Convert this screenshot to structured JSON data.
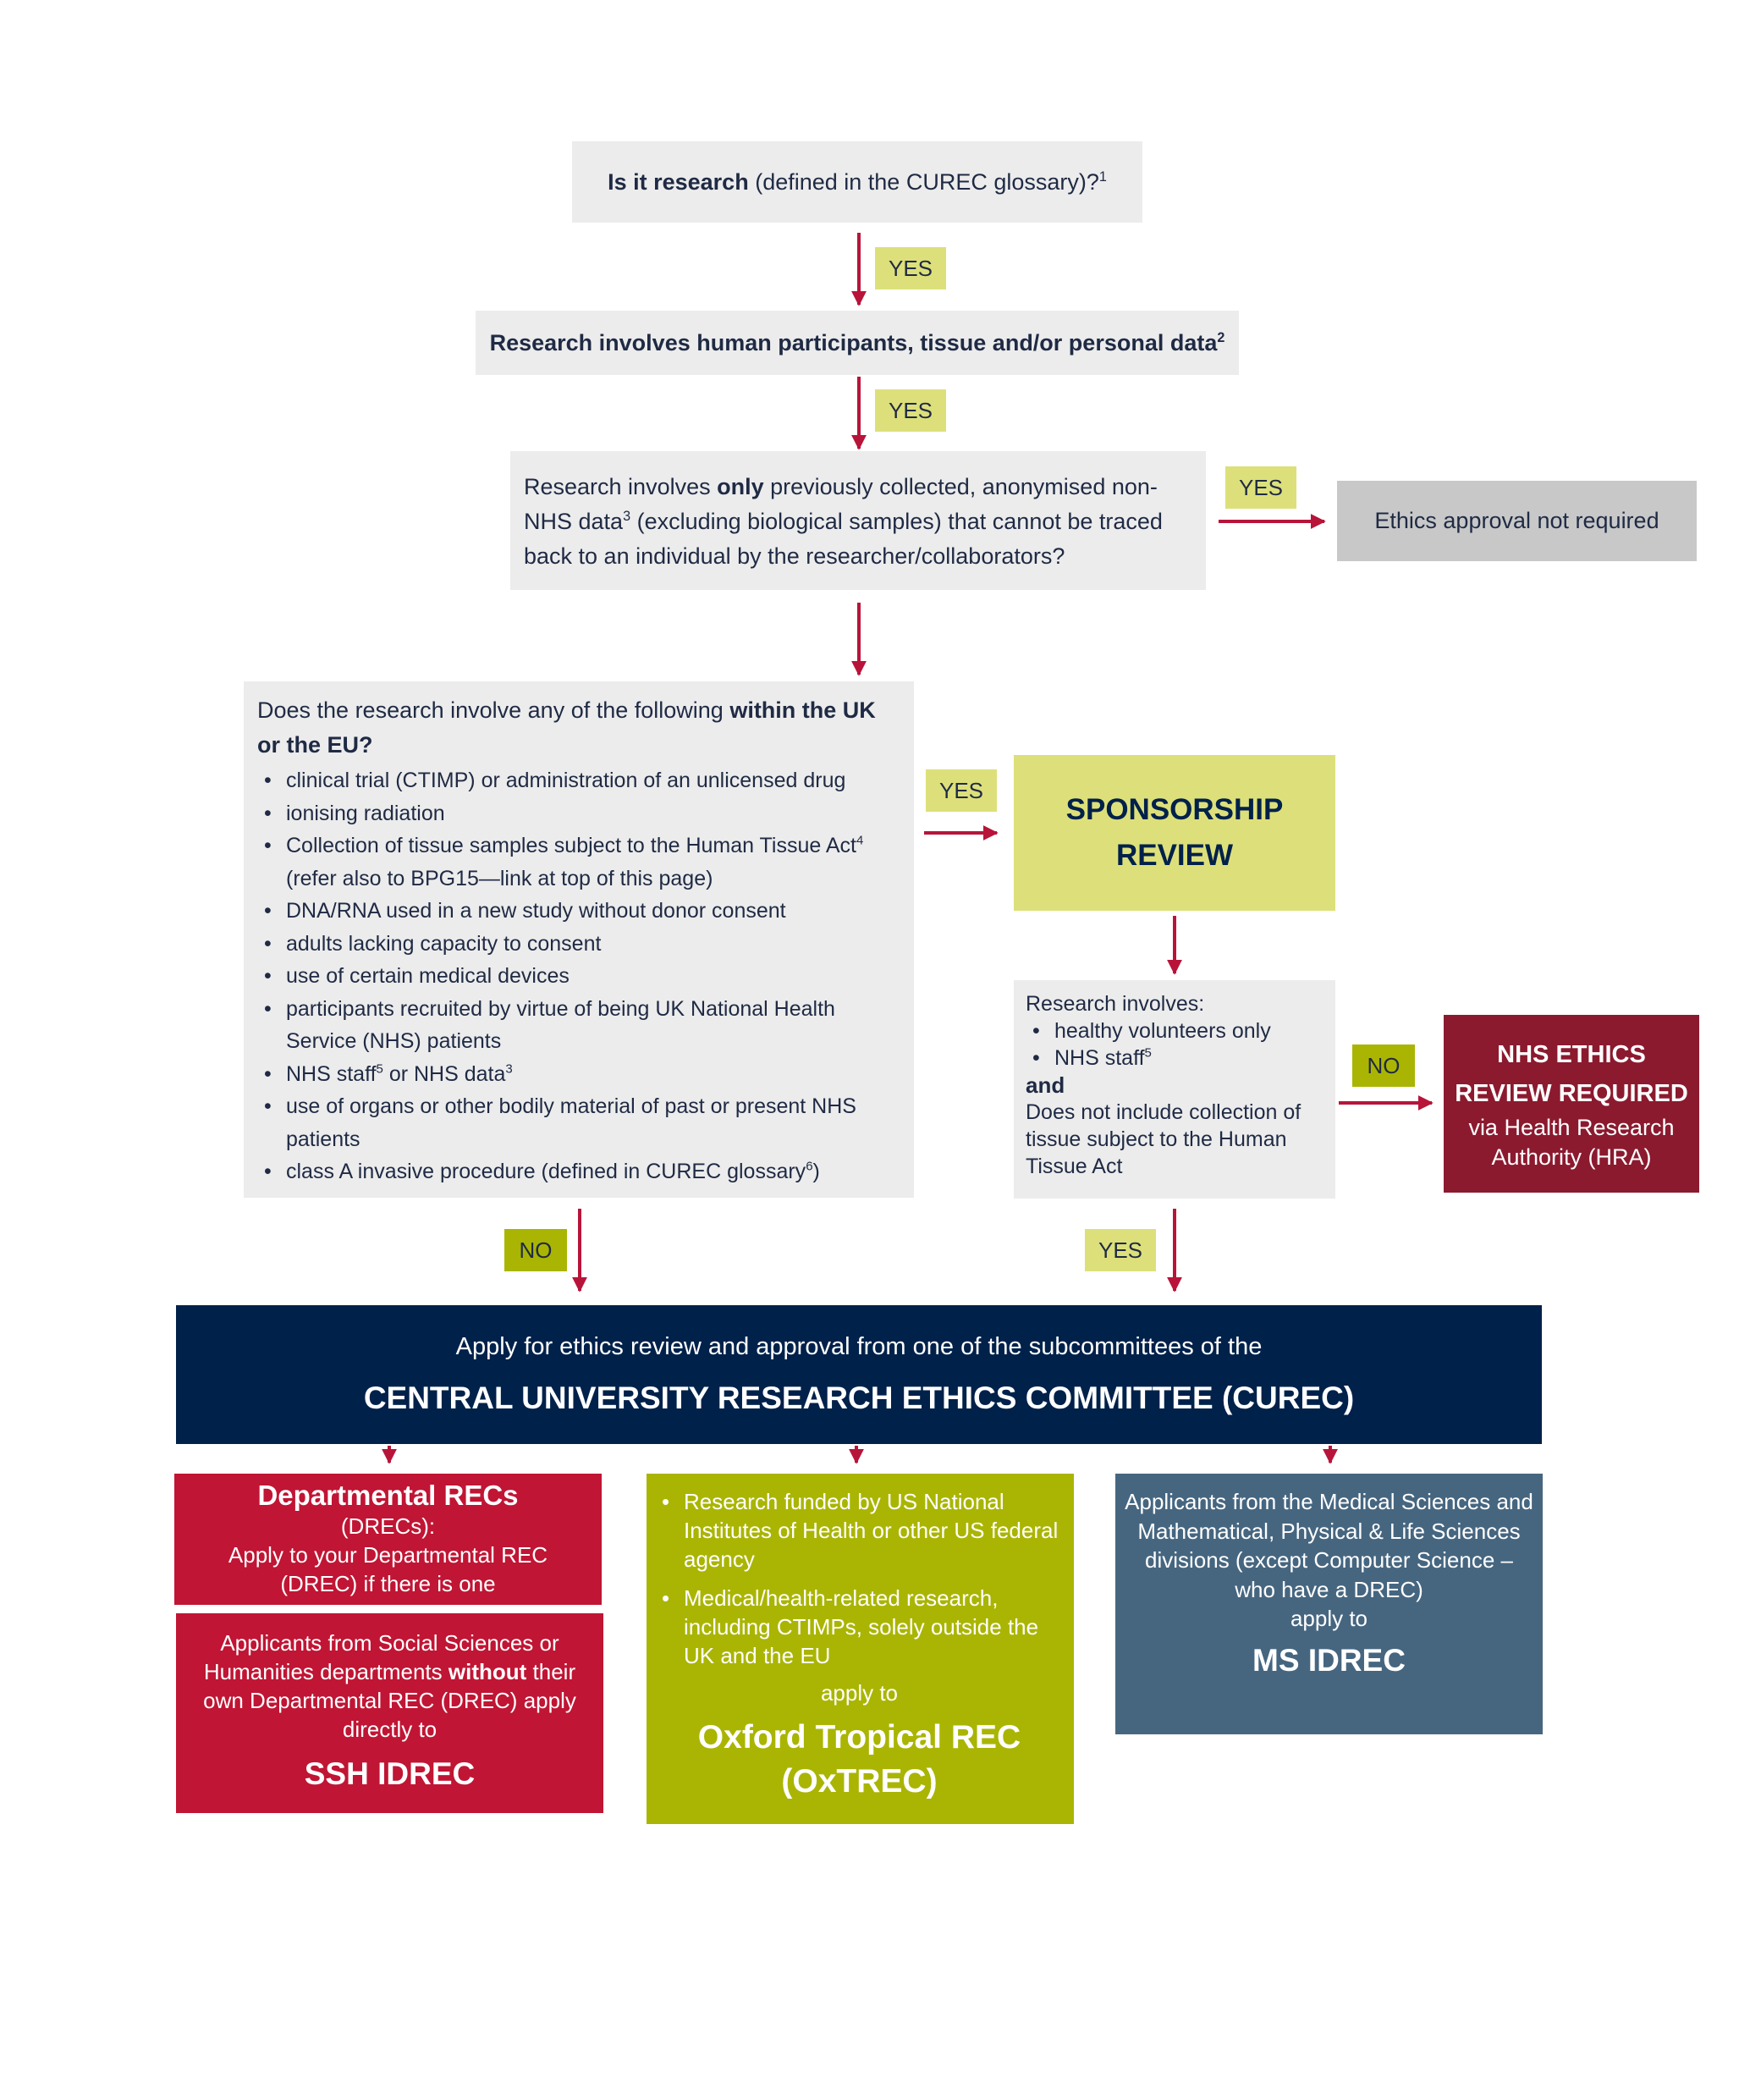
{
  "q1": {
    "bold": "Is it research",
    "rest": " (defined in the CUREC glossary)?",
    "sup": "1"
  },
  "q2": {
    "text": "Research involves human participants, tissue and/or personal data",
    "sup": "2"
  },
  "q3": {
    "t1": "Research involves ",
    "bold": "only",
    "t2": " previously collected, anonymised non-NHS data",
    "sup": "3",
    "t3": " (excluding biological samples) that cannot be traced back to an individual by the researcher/collaborators?"
  },
  "not_required": "Ethics approval not required",
  "q4": {
    "intro": "Does the research involve any of the following ",
    "intro_bold": "within the UK or the EU?",
    "items": [
      {
        "text": "clinical trial (CTIMP) or administration of an unlicensed drug"
      },
      {
        "text": "ionising radiation"
      },
      {
        "text": "Collection of tissue samples subject to the Human Tissue Act",
        "sup": "4",
        "after": " (refer also to BPG15—link at top of this page)"
      },
      {
        "text": "DNA/RNA used in a new study without donor consent"
      },
      {
        "text": "adults lacking capacity to consent"
      },
      {
        "text": "use of certain medical devices"
      },
      {
        "text": "participants recruited by virtue of being UK National Health Service (NHS) patients"
      },
      {
        "text": "NHS staff",
        "sup": "5",
        "after": " or NHS data",
        "sup2": "3"
      },
      {
        "text": "use of organs or other bodily material of past or present NHS patients"
      },
      {
        "text": "class A invasive procedure (defined in CUREC glossary",
        "sup": "6",
        "after": ")"
      }
    ]
  },
  "sponsorship": {
    "line1": "SPONSORSHIP",
    "line2": "REVIEW"
  },
  "q5": {
    "intro": "Research involves:",
    "items": [
      {
        "text": "healthy volunteers only"
      },
      {
        "text": "NHS staff",
        "sup": "5"
      }
    ],
    "and": "and",
    "tail": "Does not include collection of tissue subject to the Human Tissue Act"
  },
  "nhs": {
    "line1": "NHS ETHICS",
    "line2": "REVIEW REQUIRED",
    "line3": "via Health Research",
    "line4": "Authority (HRA)"
  },
  "curec": {
    "line1": "Apply for ethics review and approval from one of the subcommittees of the",
    "line2": "CENTRAL UNIVERSITY RESEARCH ETHICS COMMITTEE (CUREC)"
  },
  "drec": {
    "bold": "Departmental RECs",
    "suffix": " (DRECs):",
    "text": "Apply to your Departmental REC (DREC) if there is one"
  },
  "ssh": {
    "t1": "Applicants from Social Sciences or Humanities departments ",
    "bold": "without",
    "t2": " their own Departmental REC (DREC) apply directly to",
    "title": "SSH IDREC"
  },
  "oxtrec": {
    "items": [
      {
        "text": "Research funded by US National Institutes of Health or other US federal agency"
      },
      {
        "text": "Medical/health-related research, including CTIMPs, solely outside the UK and the EU"
      }
    ],
    "apply": "apply to",
    "title1": "Oxford Tropical REC",
    "title2": "(OxTREC)"
  },
  "msidrec": {
    "text": "Applicants from the Medical Sciences and Mathematical, Physical & Life Sciences divisions (except Computer Science – who have a DREC)",
    "apply": "apply to",
    "title": "MS IDREC"
  },
  "labels": {
    "yes": "YES",
    "no": "NO"
  },
  "colors": {
    "red_arrow": "#b8143a",
    "navy": "#00214a",
    "crimson": "#c01534",
    "maroon": "#8b1a2f",
    "olive": "#aab503",
    "pale_olive": "#dde07a",
    "slate": "#466680",
    "grey": "#ececec",
    "mid_grey": "#c8c8c8"
  }
}
